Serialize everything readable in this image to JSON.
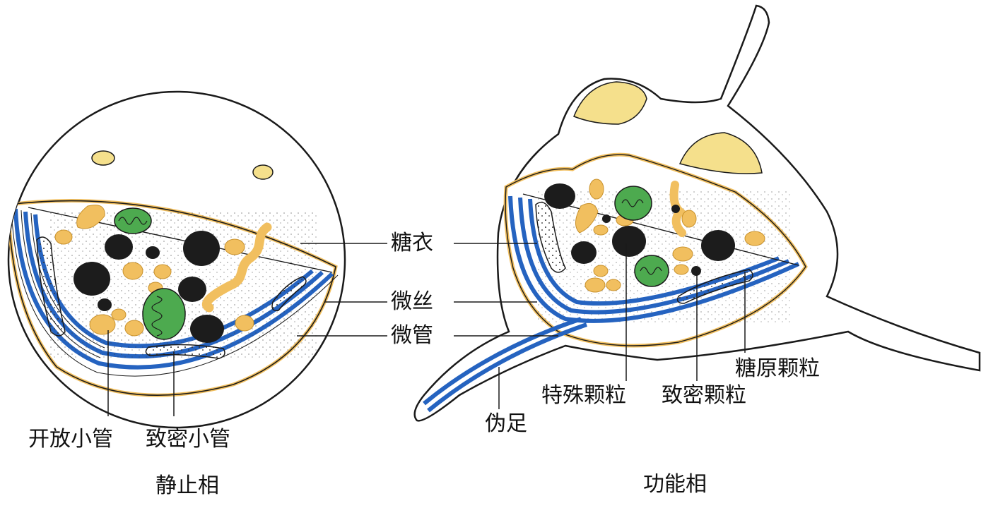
{
  "labels": {
    "glycocalyx": "糖衣",
    "microfilament": "微丝",
    "microtubule": "微管",
    "open_canalicular": "开放小管",
    "dense_tubular": "致密小管",
    "resting_caption": "静止相",
    "pseudopod": "伪足",
    "special_granule": "特殊颗粒",
    "dense_granule": "致密颗粒",
    "glycogen_granule": "糖原颗粒",
    "functional_caption": "功能相"
  },
  "colors": {
    "outline": "#1a1a1a",
    "microtubule_blue": "#2563c0",
    "granule_yellow": "#f1bf5f",
    "mitochondria_green": "#4daa4f",
    "membrane_yellow": "#f5e08c",
    "dense_black": "#1c1c1c"
  }
}
